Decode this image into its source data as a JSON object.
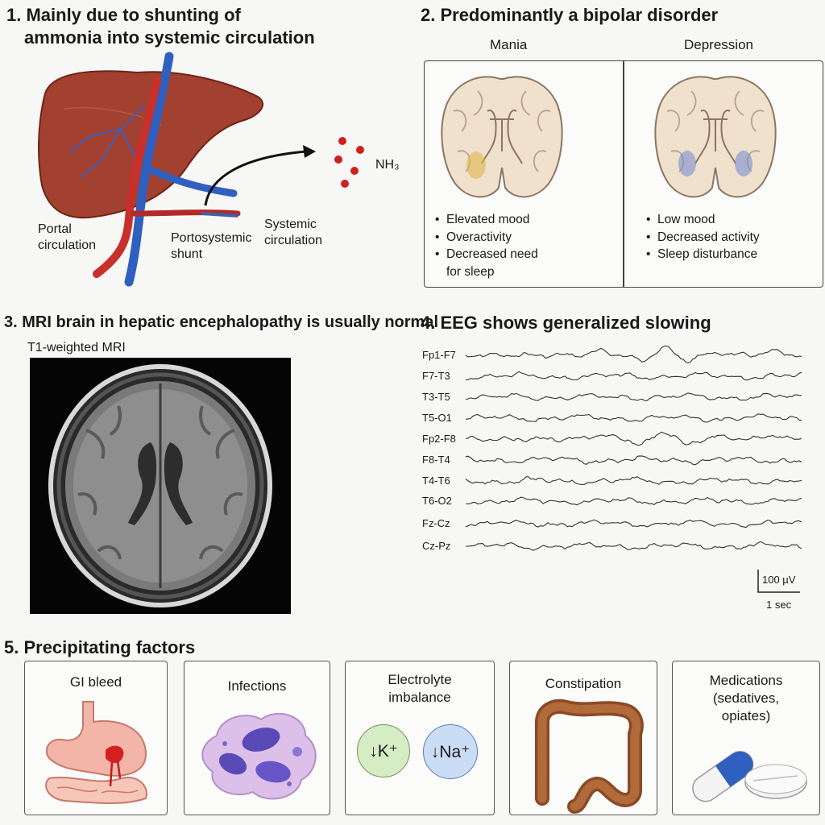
{
  "panel1": {
    "title_line1": "1. Mainly due to shunting of",
    "title_line2": "ammonia into systemic circulation",
    "label_portal_1": "Portal",
    "label_portal_2": "circulation",
    "label_shunt_1": "Portosystemic",
    "label_shunt_2": "shunt",
    "label_systemic_1": "Systemic",
    "label_systemic_2": "circulation",
    "nh3_label": "NH₃"
  },
  "panel2": {
    "title": "2. Predominantly a bipolar disorder",
    "mania": {
      "heading": "Mania",
      "bullets": [
        "Elevated mood",
        "Overactivity",
        "Decreased need",
        "for sleep"
      ]
    },
    "depression": {
      "heading": "Depression",
      "bullets": [
        "Low mood",
        "Decreased activity",
        "Sleep disturbance"
      ]
    }
  },
  "panel3": {
    "title": "3. MRI brain in hepatic encephalopathy is usually normal",
    "subtitle": "T1-weighted MRI"
  },
  "panel4": {
    "title": "4. EEG shows generalized slowing",
    "channels": [
      "Fp1-F7",
      "F7-T3",
      "T3-T5",
      "T5-O1",
      "Fp2-F8",
      "F8-T4",
      "T4-T6",
      "T6-O2",
      "Fz-Cz",
      "Cz-Pz"
    ],
    "scale_amplitude": "100 µV",
    "scale_time": "1 sec"
  },
  "panel5": {
    "title": "5. Precipitating factors",
    "cards": [
      {
        "label": "GI bleed"
      },
      {
        "label": "Infections"
      },
      {
        "label_line1": "Electrolyte",
        "label_line2": "imbalance",
        "k_label": "↓K⁺",
        "na_label": "↓Na⁺"
      },
      {
        "label": "Constipation"
      },
      {
        "label_line1": "Medications",
        "label_line2": "(sedatives,",
        "label_line3": "opiates)"
      }
    ]
  },
  "colors": {
    "liver": "#9e3b2c",
    "artery": "#c8302c",
    "vein": "#2f5fbf",
    "ammonia": "#d01f1f",
    "mania_highlight": "#e0b550",
    "depression_highlight": "#7a8fd0",
    "potassium_fill": "#d6ecc4",
    "sodium_fill": "#cbdcf5"
  }
}
